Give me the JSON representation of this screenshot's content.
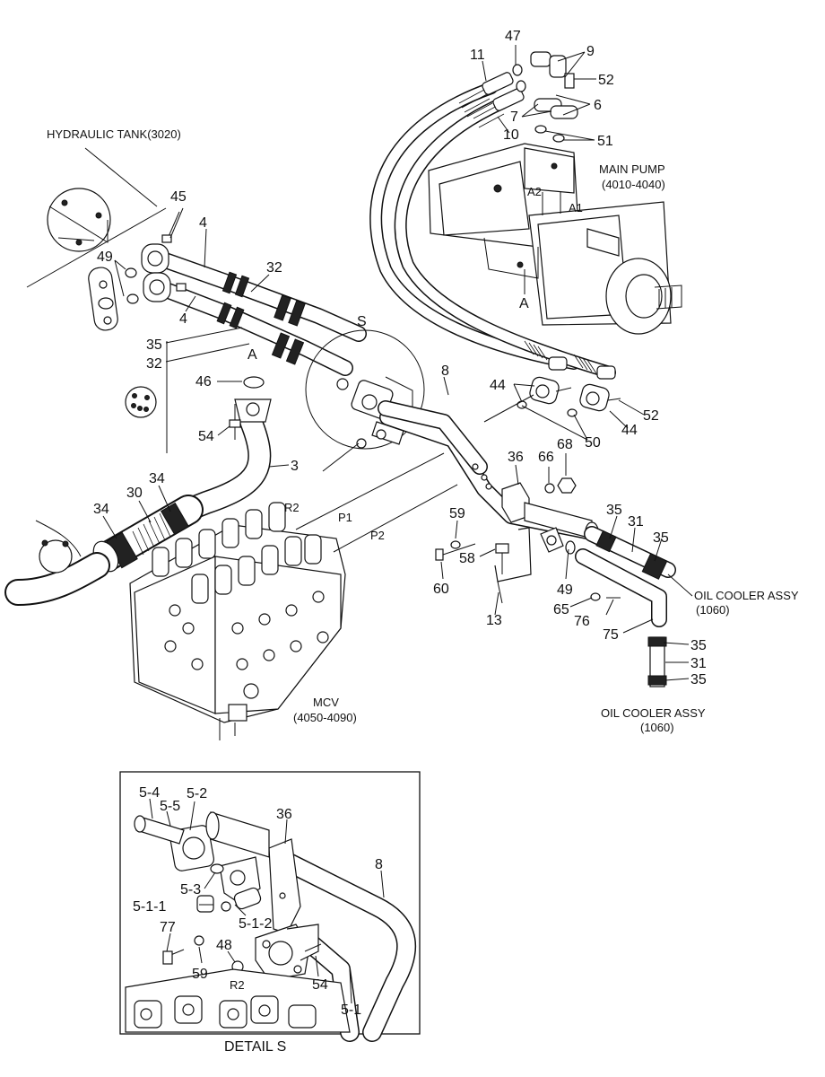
{
  "labels": {
    "hydraulic_tank": "HYDRAULIC TANK(3020)",
    "main_pump": "MAIN PUMP",
    "main_pump_code": "(4010-4040)",
    "mcv": "MCV",
    "mcv_code": "(4050-4090)",
    "oil_cooler_1": "OIL COOLER ASSY",
    "oil_cooler_1_code": "(1060)",
    "oil_cooler_2": "OIL COOLER ASSY",
    "oil_cooler_2_code": "(1060)",
    "detail": "DETAIL  S",
    "view_a": "A",
    "view_s": "S",
    "port_a1": "A1",
    "port_a2": "A2",
    "port_a_pump": "A",
    "port_r2": "R2",
    "port_r2_detail": "R2",
    "line_p1": "P1",
    "line_p2": "P2"
  },
  "callouts": {
    "c47": "47",
    "c9": "9",
    "c11": "11",
    "c52a": "52",
    "c6": "6",
    "c7": "7",
    "c10": "10",
    "c51": "51",
    "c45": "45",
    "c4a": "4",
    "c4b": "4",
    "c49a": "49",
    "c32a": "32",
    "c35a": "35",
    "c32b": "32",
    "c46": "46",
    "c54": "54",
    "c3": "3",
    "c8": "8",
    "c44a": "44",
    "c52b": "52",
    "c44b": "44",
    "c50": "50",
    "c66": "66",
    "c68": "68",
    "c36": "36",
    "c59": "59",
    "c58": "58",
    "c60": "60",
    "c13": "13",
    "c34a": "34",
    "c30": "30",
    "c34b": "34",
    "c35b": "35",
    "c31a": "31",
    "c35c": "35",
    "c49b": "49",
    "c65": "65",
    "c76": "76",
    "c75": "75",
    "c35d": "35",
    "c31b": "31",
    "c35e": "35"
  },
  "detail_callouts": {
    "d54a": "5-4",
    "d52": "5-2",
    "d55": "5-5",
    "d36": "36",
    "d8": "8",
    "d53": "5-3",
    "d511": "5-1-1",
    "d512": "5-1-2",
    "d77": "77",
    "d48": "48",
    "d59": "59",
    "d54b": "54",
    "d51": "5-1"
  }
}
